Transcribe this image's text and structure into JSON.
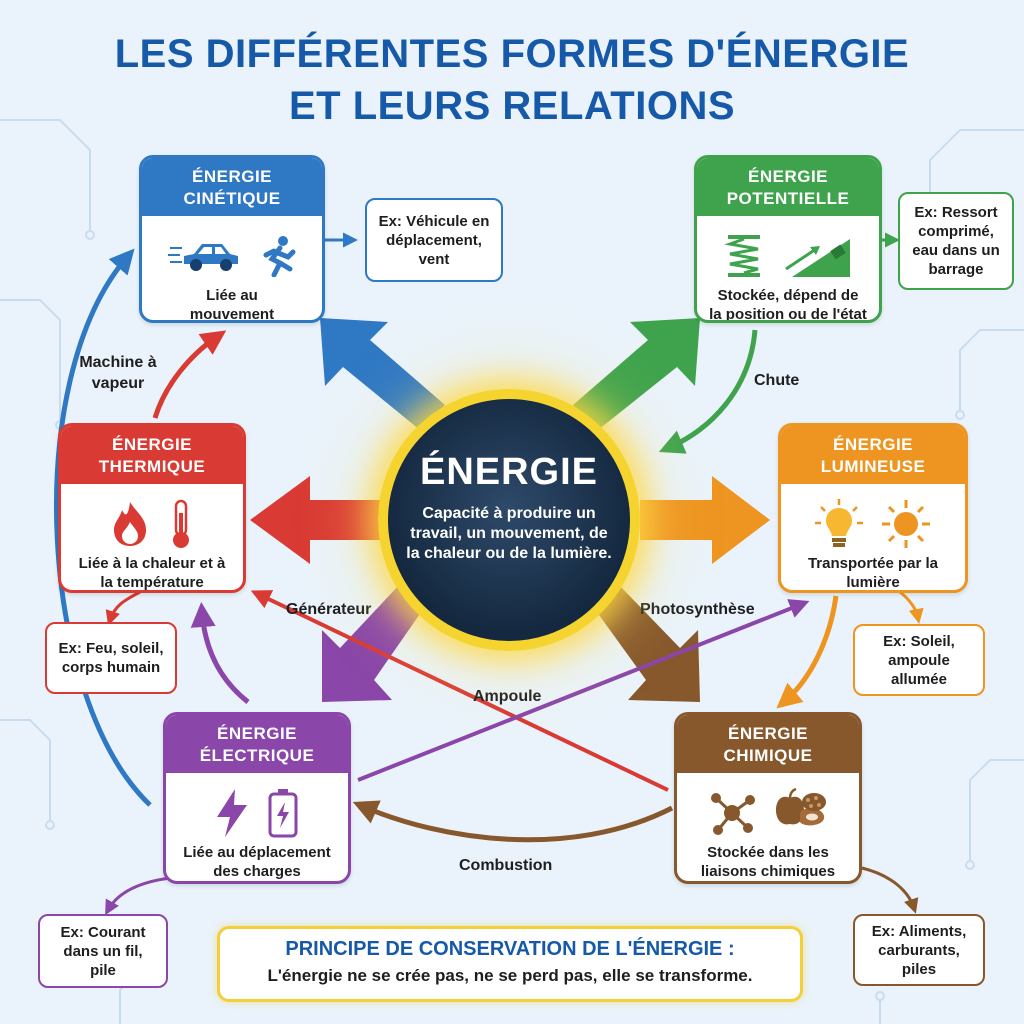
{
  "title": "LES DIFFÉRENTES FORMES D'ÉNERGIE\nET LEURS RELATIONS",
  "center": {
    "title": "ÉNERGIE",
    "description": "Capacité à produire un travail, un mouvement, de la chaleur ou de la lumière."
  },
  "forms": {
    "cinetique": {
      "title": "ÉNERGIE\nCINÉTIQUE",
      "description": "Liée au\nmouvement",
      "example": "Ex: Véhicule en\ndéplacement,\nvent",
      "color": "#2f78c4",
      "icons": [
        "car-icon",
        "runner-icon"
      ]
    },
    "potentielle": {
      "title": "ÉNERGIE\nPOTENTIELLE",
      "description": "Stockée, dépend de\nla position ou de l'état",
      "example": "Ex: Ressort\ncomprimé,\neau dans un\nbarrage",
      "color": "#3fa34d",
      "icons": [
        "spring-icon",
        "ramp-icon"
      ]
    },
    "thermique": {
      "title": "ÉNERGIE\nTHERMIQUE",
      "description": "Liée à la chaleur et à\nla température",
      "example": "Ex: Feu, soleil,\ncorps humain",
      "color": "#d93a33",
      "icons": [
        "flame-icon",
        "thermometer-icon"
      ]
    },
    "lumineuse": {
      "title": "ÉNERGIE\nLUMINEUSE",
      "description": "Transportée par la\nlumière",
      "example": "Ex: Soleil,\nampoule\nallumée",
      "color": "#ee9420",
      "icons": [
        "bulb-icon",
        "sun-icon"
      ]
    },
    "electrique": {
      "title": "ÉNERGIE\nÉLECTRIQUE",
      "description": "Liée au déplacement\ndes charges électriques",
      "example": "Ex: Courant\ndans un fil,\npile",
      "color": "#8a46a8",
      "icons": [
        "lightning-icon",
        "battery-icon"
      ]
    },
    "chimique": {
      "title": "ÉNERGIE\nCHIMIQUE",
      "description": "Stockée dans les\nliaisons chimiques",
      "example": "Ex: Aliments,\ncarburants,\npiles",
      "color": "#87582c",
      "icons": [
        "molecule-icon",
        "food-icon"
      ]
    }
  },
  "relations": {
    "machine_vapeur": "Machine à\nvapeur",
    "chute": "Chute",
    "generateur": "Générateur",
    "photosynthese": "Photosynthèse",
    "ampoule": "Ampoule",
    "combustion": "Combustion"
  },
  "principle": {
    "title": "PRINCIPE DE CONSERVATION DE L'ÉNERGIE :",
    "text": "L'énergie ne se crée pas, ne se perd pas, elle se transforme."
  }
}
